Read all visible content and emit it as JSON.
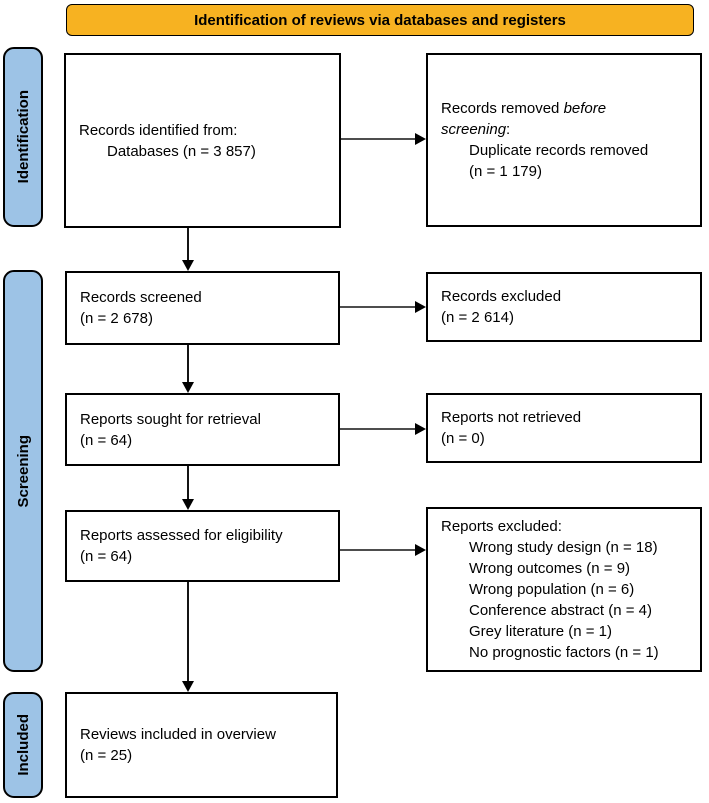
{
  "header": {
    "title": "Identification of reviews via databases and registers"
  },
  "stages": {
    "identification": "Identification",
    "screening": "Screening",
    "included": "Included"
  },
  "boxes": {
    "records_identified": {
      "line1": "Records identified from:",
      "line2": "Databases (n = 3 857)"
    },
    "records_removed": {
      "prefix": "Records removed ",
      "italic_line1": "before",
      "italic_line2": "screening",
      "suffix": ":",
      "detail1": "Duplicate records removed",
      "detail2": "(n = 1 179)"
    },
    "records_screened": {
      "line1": "Records screened",
      "line2": "(n = 2 678)"
    },
    "records_excluded": {
      "line1": "Records excluded",
      "line2": "(n = 2 614)"
    },
    "reports_sought": {
      "line1": "Reports sought for retrieval",
      "line2": "(n = 64)"
    },
    "reports_not_retrieved": {
      "line1": "Reports not retrieved",
      "line2": "(n = 0)"
    },
    "reports_assessed": {
      "line1": "Reports assessed for eligibility",
      "line2": "(n = 64)"
    },
    "reports_excluded": {
      "title": "Reports excluded:",
      "reasons": [
        "Wrong study design (n = 18)",
        "Wrong outcomes (n = 9)",
        "Wrong population (n = 6)",
        "Conference abstract (n = 4)",
        "Grey literature (n = 1)",
        "No prognostic factors (n = 1)"
      ]
    },
    "reviews_included": {
      "line1": "Reviews included in overview",
      "line2": "(n = 25)"
    }
  },
  "colors": {
    "header_bg": "#F7B221",
    "stage_bg": "#9DC3E6"
  }
}
